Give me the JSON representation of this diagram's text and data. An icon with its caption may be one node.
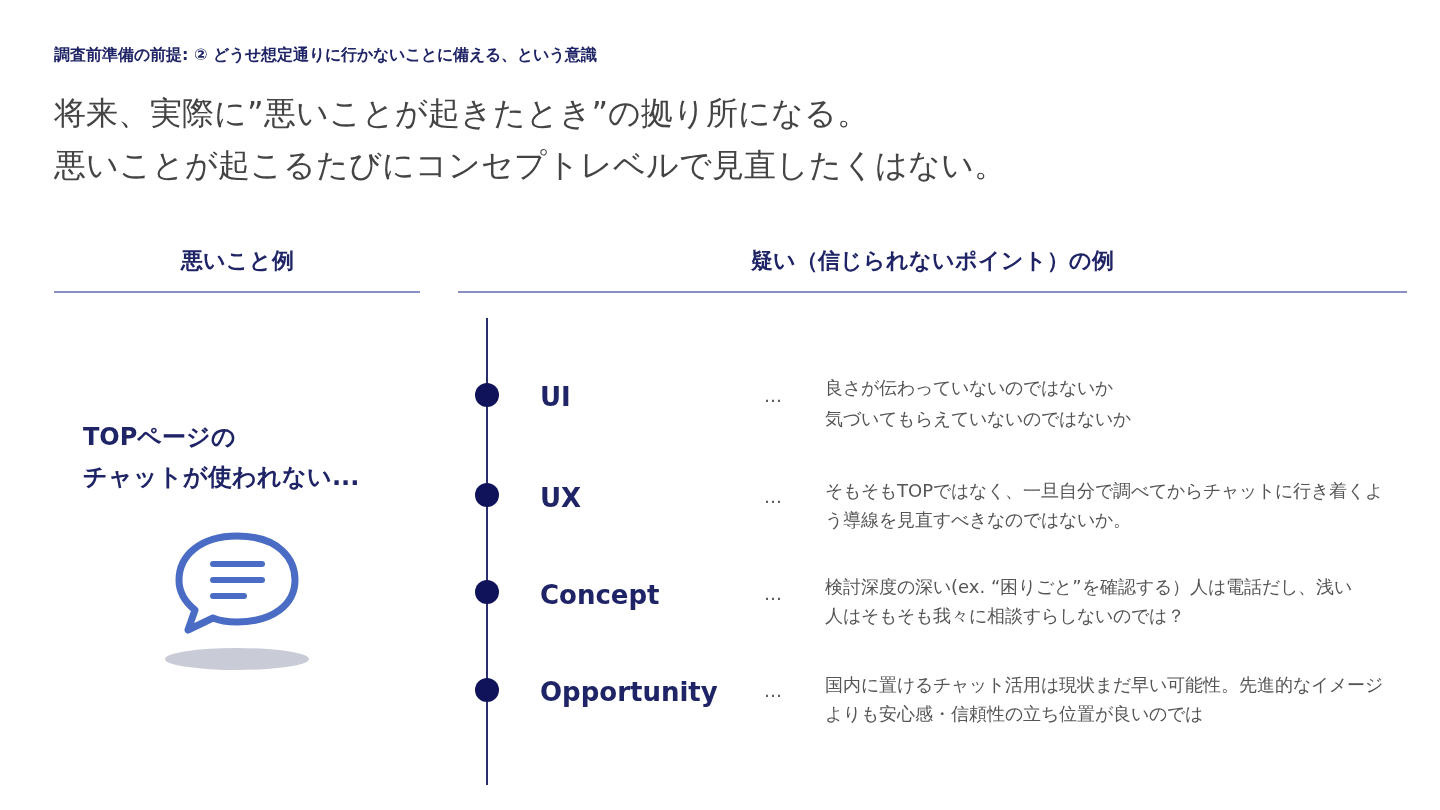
{
  "diagram": {
    "title": "調査前準備の前提: ② どうせ想定通りに行かないことに備える、という意識",
    "labels": [
      "将来、実際に”悪いことが起きたとき”の拠り所になる。",
      "悪いことが起こるたびにコンセプトレベルで見直したくはない。",
      "悪いこと例",
      "疑い（信じられないポイント）の例",
      "TOPページの",
      "チャットが使われない...",
      "UI",
      "…",
      "良さが伝わっていないのではないか",
      "気づいてもらえていないのではないか",
      "UX",
      "…",
      "そもそもTOPではなく、一旦自分で調べてからチャットに行き着くよう導線を見直すべきなのではないか。",
      "Concept",
      "…",
      "検討深度の深い(ex. “困りごと”を確認する）人は電話だし、浅い人はそもそも我々に相談すらしないのでは？",
      "Opportunity",
      "…",
      "国内に置けるチャット活用は現状まだ早い可能性。先進的なイメージよりも安心感・信頼性の立ち位置が良いのでは"
    ]
  }
}
